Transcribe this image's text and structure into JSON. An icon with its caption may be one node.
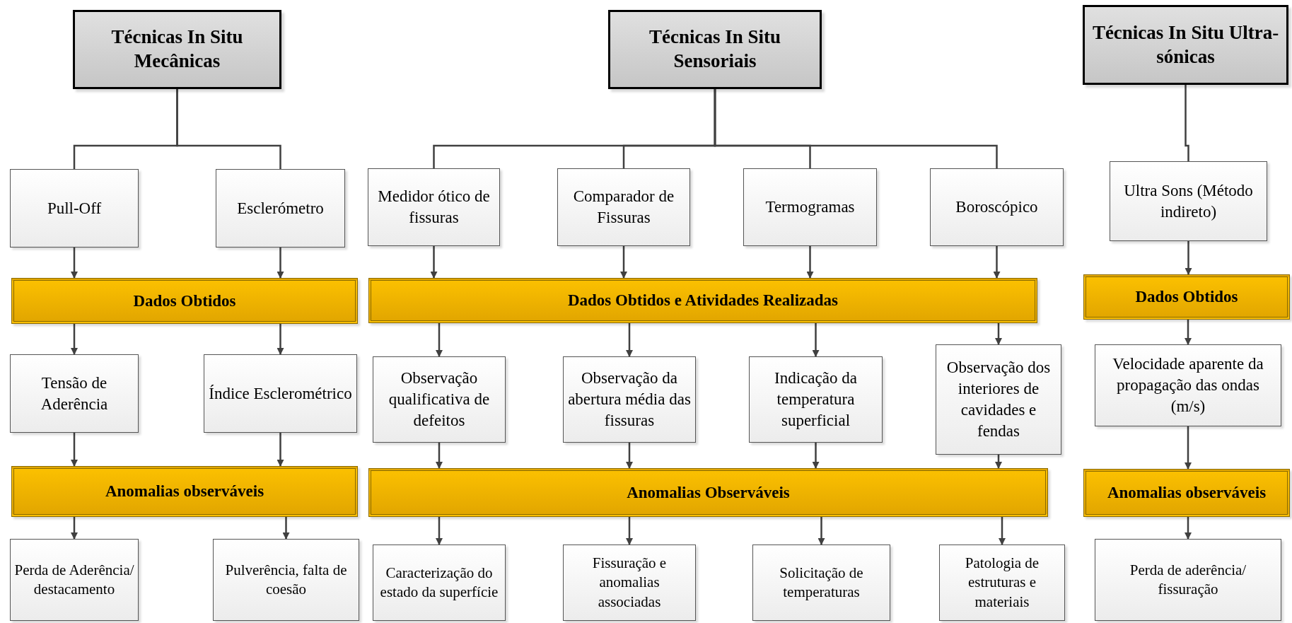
{
  "diagram": {
    "nodes": [
      {
        "text": [
          "Técnicas In Situ Mecânicas"
        ]
      },
      {
        "text": [
          "Pull-Off"
        ]
      },
      {
        "text": [
          "Esclerómetro"
        ]
      },
      {
        "text": [
          "Dados Obtidos"
        ]
      },
      {
        "text": [
          "Tensão de Aderência"
        ]
      },
      {
        "text": [
          "Índice Esclerométrico"
        ]
      },
      {
        "text": [
          "Anomalias observáveis"
        ]
      },
      {
        "text": [
          "Perda de Aderência/ destacamento"
        ]
      },
      {
        "text": [
          "Pulverência, falta de coesão"
        ]
      },
      {
        "text": [
          "Técnicas In Situ Sensoriais"
        ]
      },
      {
        "text": [
          "Medidor ótico de fissuras"
        ]
      },
      {
        "text": [
          "Comparador de Fissuras"
        ]
      },
      {
        "text": [
          "Termogramas"
        ]
      },
      {
        "text": [
          "Boroscópico"
        ]
      },
      {
        "text": [
          "Dados Obtidos e Atividades Realizadas"
        ]
      },
      {
        "text": [
          "Observação qualificativa de defeitos"
        ]
      },
      {
        "text": [
          "Observação da abertura média das fissuras"
        ]
      },
      {
        "text": [
          "Indicação da temperatura superficial"
        ]
      },
      {
        "text": [
          "Observação dos interiores de cavidades e fendas"
        ]
      },
      {
        "text": [
          "Anomalias Observáveis"
        ]
      },
      {
        "text": [
          "Caracterização do estado da superfície"
        ]
      },
      {
        "text": [
          "Fissuração e anomalias associadas"
        ]
      },
      {
        "text": [
          "Solicitação de temperaturas"
        ]
      },
      {
        "text": [
          "Patologia de estruturas e materiais"
        ]
      },
      {
        "text": [
          "Técnicas In Situ Ultra-sónicas"
        ]
      },
      {
        "text": [
          "Ultra Sons (Método indireto)"
        ]
      },
      {
        "text": [
          "Dados Obtidos"
        ]
      },
      {
        "text": [
          "Velocidade aparente da propagação das ondas (m/s)"
        ]
      },
      {
        "text": [
          "Anomalias observáveis"
        ]
      },
      {
        "text": [
          "Perda de aderência/ fissuração"
        ]
      }
    ],
    "edges": [
      {
        "from": 0,
        "to": 1,
        "arrow": "none"
      },
      {
        "from": 0,
        "to": 2,
        "arrow": "none"
      },
      {
        "from": 1,
        "to": 3,
        "arrow": "to"
      },
      {
        "from": 2,
        "to": 3,
        "arrow": "to"
      },
      {
        "from": 3,
        "to": 4,
        "arrow": "to"
      },
      {
        "from": 3,
        "to": 5,
        "arrow": "to"
      },
      {
        "from": 4,
        "to": 6,
        "arrow": "to"
      },
      {
        "from": 5,
        "to": 6,
        "arrow": "to"
      },
      {
        "from": 6,
        "to": 7,
        "arrow": "to"
      },
      {
        "from": 6,
        "to": 8,
        "arrow": "to"
      },
      {
        "from": 9,
        "to": 10,
        "arrow": "none"
      },
      {
        "from": 9,
        "to": 11,
        "arrow": "none"
      },
      {
        "from": 9,
        "to": 12,
        "arrow": "none"
      },
      {
        "from": 9,
        "to": 13,
        "arrow": "none"
      },
      {
        "from": 10,
        "to": 14,
        "arrow": "to"
      },
      {
        "from": 11,
        "to": 14,
        "arrow": "to"
      },
      {
        "from": 12,
        "to": 14,
        "arrow": "to"
      },
      {
        "from": 13,
        "to": 14,
        "arrow": "to"
      },
      {
        "from": 14,
        "to": 15,
        "arrow": "to"
      },
      {
        "from": 14,
        "to": 16,
        "arrow": "to"
      },
      {
        "from": 14,
        "to": 17,
        "arrow": "to"
      },
      {
        "from": 14,
        "to": 18,
        "arrow": "to"
      },
      {
        "from": 15,
        "to": 19,
        "arrow": "to"
      },
      {
        "from": 16,
        "to": 19,
        "arrow": "to"
      },
      {
        "from": 17,
        "to": 19,
        "arrow": "to"
      },
      {
        "from": 18,
        "to": 19,
        "arrow": "to"
      },
      {
        "from": 19,
        "to": 20,
        "arrow": "to"
      },
      {
        "from": 19,
        "to": 21,
        "arrow": "to"
      },
      {
        "from": 19,
        "to": 22,
        "arrow": "to"
      },
      {
        "from": 19,
        "to": 23,
        "arrow": "to"
      },
      {
        "from": 24,
        "to": 25,
        "arrow": "none"
      },
      {
        "from": 25,
        "to": 26,
        "arrow": "to"
      },
      {
        "from": 26,
        "to": 27,
        "arrow": "to"
      },
      {
        "from": 27,
        "to": 28,
        "arrow": "to"
      },
      {
        "from": 28,
        "to": 29,
        "arrow": "to"
      }
    ]
  }
}
